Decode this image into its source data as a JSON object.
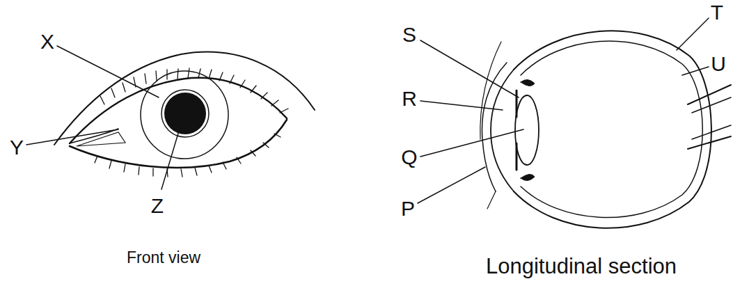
{
  "diagram": {
    "labels": [
      "X",
      "Y",
      "Z",
      "Front view",
      "S",
      "R",
      "Q",
      "P",
      "T",
      "U",
      "Longitudinal section"
    ]
  }
}
